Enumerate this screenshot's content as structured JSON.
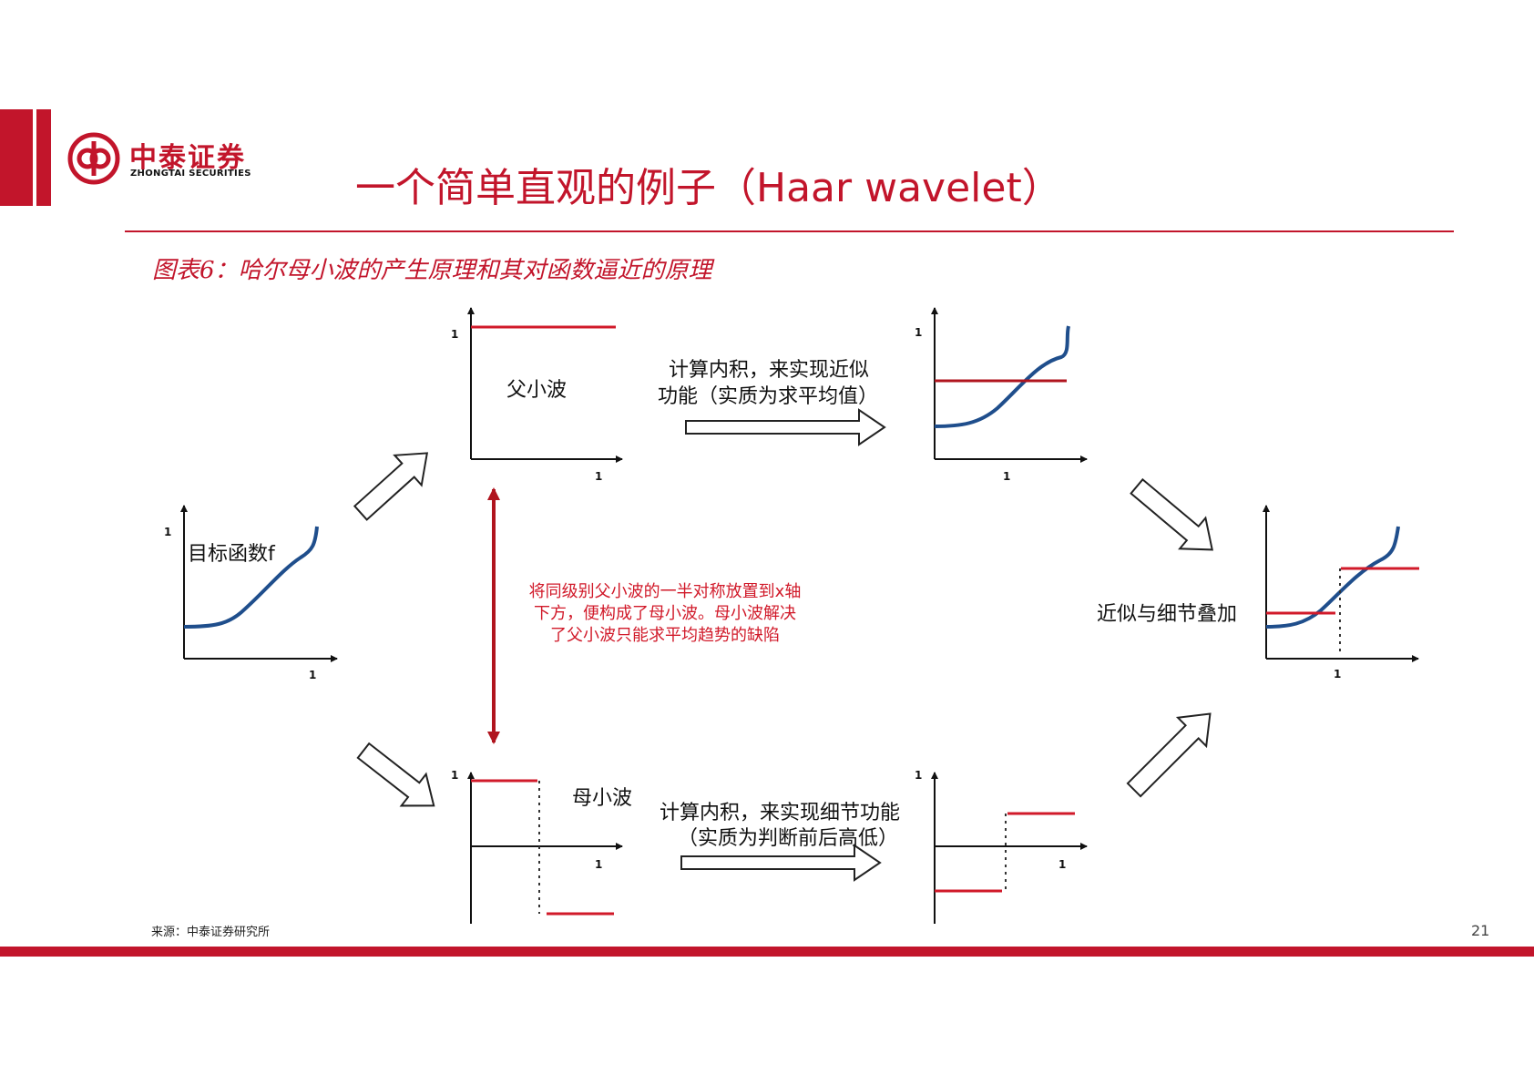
{
  "header": {
    "logo_cn": "中泰证券",
    "logo_en": "ZHONGTAI SECURITIES",
    "title": "一个简单直观的例子（Haar wavelet）"
  },
  "figure": {
    "caption": "图表6：哈尔母小波的产生原理和其对函数逼近的原理"
  },
  "diagram": {
    "target_label": "目标函数f",
    "father_label": "父小波",
    "mother_label": "母小波",
    "approx_text_1": "计算内积，来实现近似",
    "approx_text_2": "功能（实质为求平均值）",
    "detail_text_1": "计算内积，来实现细节功能",
    "detail_text_2": "（实质为判断前后高低）",
    "red_note_1": "将同级别父小波的一半对称放置到x轴",
    "red_note_2": "下方，便构成了母小波。母小波解决",
    "red_note_3": "了父小波只能求平均趋势的缺陷",
    "combined_label": "近似与细节叠加",
    "tick_one": "1"
  },
  "footer": {
    "source": "来源：中泰证券研究所",
    "page": "21"
  },
  "colors": {
    "brand_red": "#c2152b",
    "curve_blue": "#1f4e8c",
    "step_red": "#d11a2a"
  }
}
